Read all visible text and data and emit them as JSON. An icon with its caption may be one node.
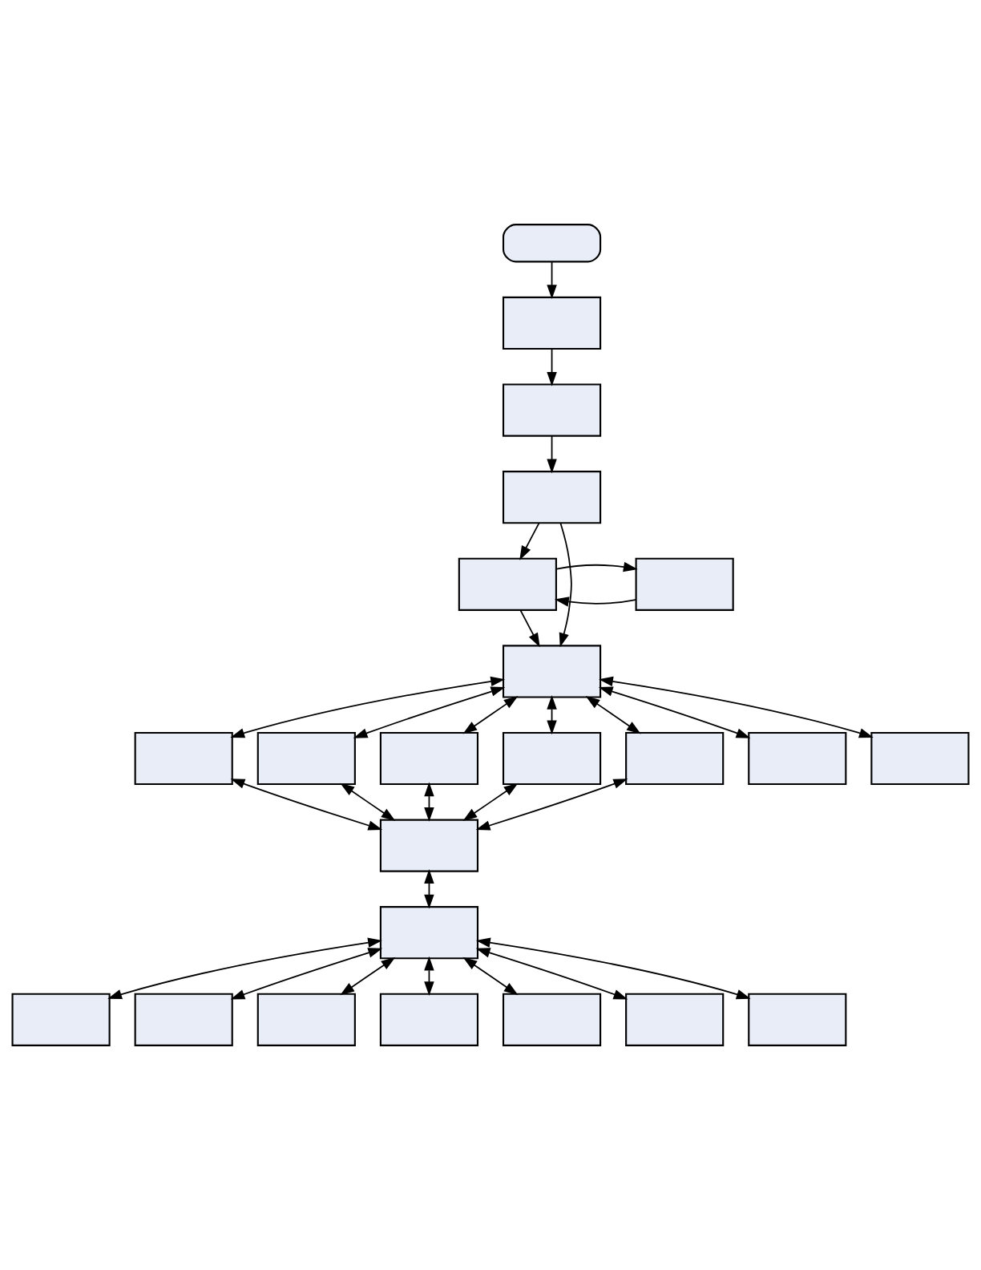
{
  "diagram": {
    "nodes": [
      {
        "text": [],
        "shape": "capsule"
      },
      {
        "text": [],
        "shape": "box"
      },
      {
        "text": [],
        "shape": "box"
      },
      {
        "text": [],
        "shape": "box"
      },
      {
        "text": [],
        "shape": "box"
      },
      {
        "text": [],
        "shape": "box"
      },
      {
        "text": [],
        "shape": "box"
      },
      {
        "text": [],
        "shape": "box"
      },
      {
        "text": [],
        "shape": "box"
      },
      {
        "text": [],
        "shape": "box"
      },
      {
        "text": [],
        "shape": "box"
      },
      {
        "text": [],
        "shape": "box"
      },
      {
        "text": [],
        "shape": "box"
      },
      {
        "text": [],
        "shape": "box"
      },
      {
        "text": [],
        "shape": "box"
      },
      {
        "text": [],
        "shape": "box"
      },
      {
        "text": [],
        "shape": "box"
      },
      {
        "text": [],
        "shape": "box"
      },
      {
        "text": [],
        "shape": "box"
      },
      {
        "text": [],
        "shape": "box"
      },
      {
        "text": [],
        "shape": "box"
      },
      {
        "text": [],
        "shape": "box"
      },
      {
        "text": [],
        "shape": "box"
      }
    ],
    "edges": [
      {
        "from": 0,
        "to": 1,
        "arrow": "to"
      },
      {
        "from": 1,
        "to": 2,
        "arrow": "to"
      },
      {
        "from": 2,
        "to": 3,
        "arrow": "to"
      },
      {
        "from": 3,
        "to": 4,
        "arrow": "to"
      },
      {
        "from": 5,
        "to": 4,
        "arrow": "to"
      },
      {
        "from": 4,
        "to": 5,
        "arrow": "to"
      },
      {
        "from": 3,
        "to": 6,
        "arrow": "to"
      },
      {
        "from": 4,
        "to": 6,
        "arrow": "to"
      },
      {
        "from": 6,
        "to": 7,
        "arrow": "both"
      },
      {
        "from": 6,
        "to": 8,
        "arrow": "both"
      },
      {
        "from": 6,
        "to": 9,
        "arrow": "both"
      },
      {
        "from": 6,
        "to": 10,
        "arrow": "both"
      },
      {
        "from": 6,
        "to": 11,
        "arrow": "both"
      },
      {
        "from": 6,
        "to": 12,
        "arrow": "both"
      },
      {
        "from": 6,
        "to": 13,
        "arrow": "both"
      },
      {
        "from": 7,
        "to": 14,
        "arrow": "both"
      },
      {
        "from": 8,
        "to": 14,
        "arrow": "both"
      },
      {
        "from": 9,
        "to": 14,
        "arrow": "both"
      },
      {
        "from": 10,
        "to": 14,
        "arrow": "both"
      },
      {
        "from": 11,
        "to": 14,
        "arrow": "both"
      },
      {
        "from": 14,
        "to": 15,
        "arrow": "both"
      },
      {
        "from": 15,
        "to": 16,
        "arrow": "both"
      },
      {
        "from": 15,
        "to": 17,
        "arrow": "both"
      },
      {
        "from": 15,
        "to": 18,
        "arrow": "both"
      },
      {
        "from": 15,
        "to": 19,
        "arrow": "both"
      },
      {
        "from": 15,
        "to": 20,
        "arrow": "both"
      },
      {
        "from": 15,
        "to": 21,
        "arrow": "both"
      },
      {
        "from": 15,
        "to": 22,
        "arrow": "both"
      }
    ]
  }
}
